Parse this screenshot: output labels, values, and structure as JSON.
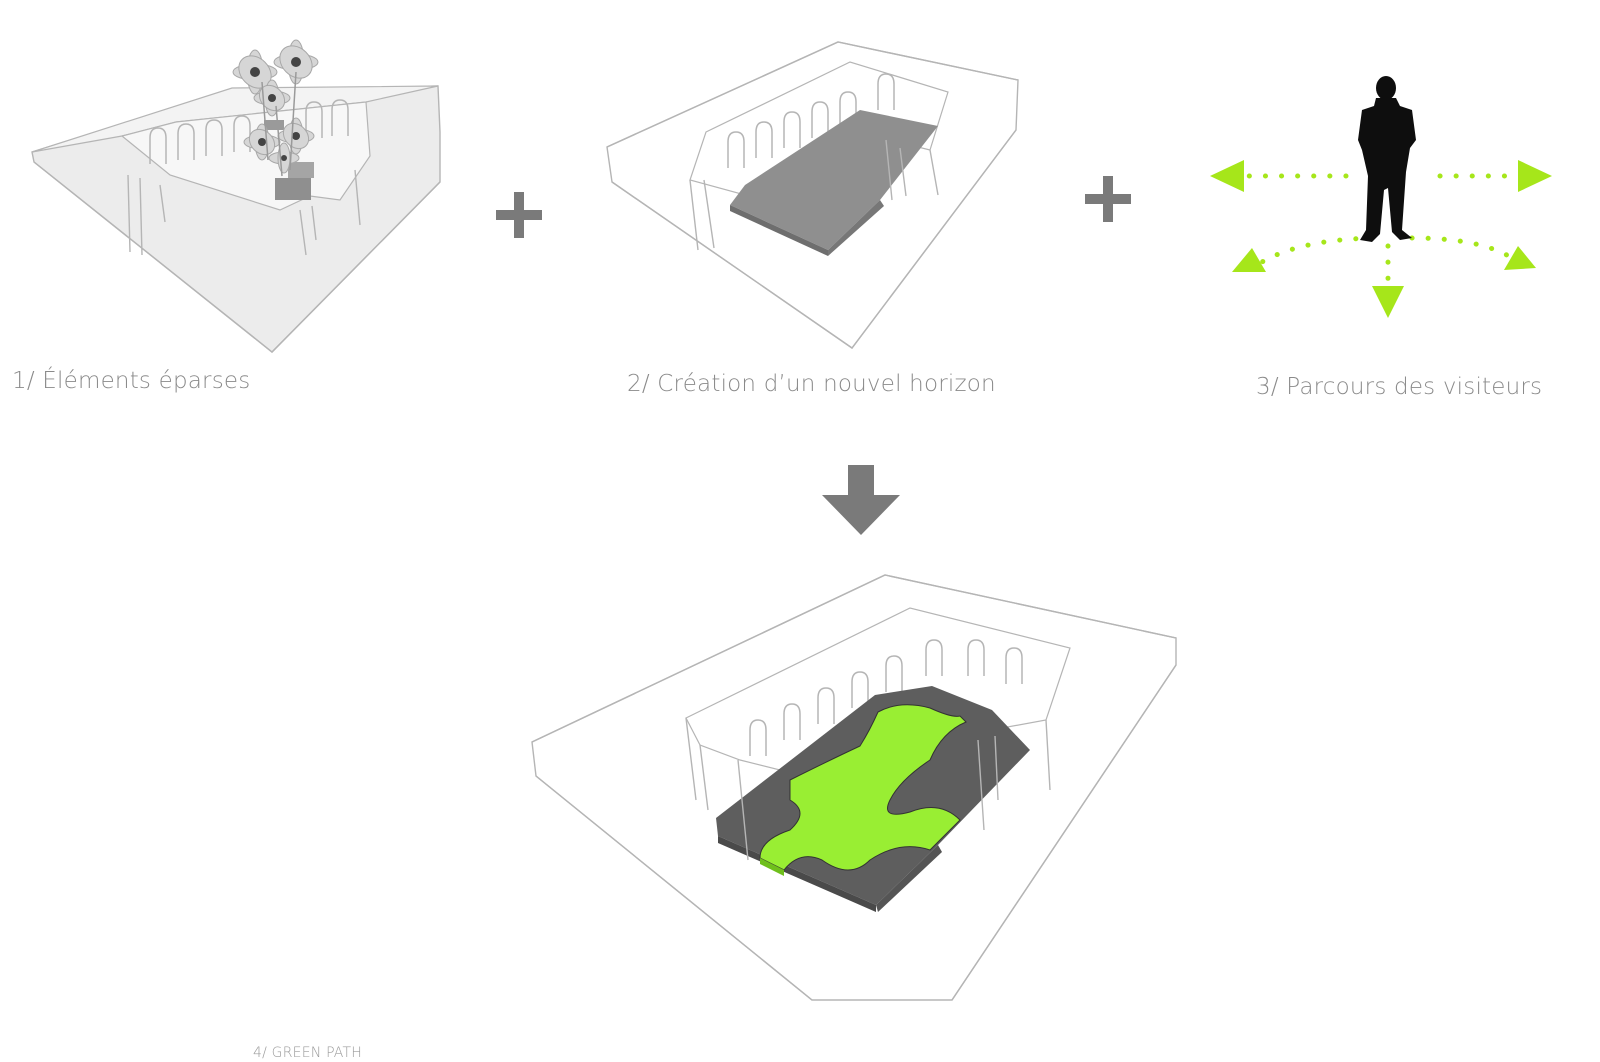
{
  "captions": {
    "step1": "1/ Éléments éparses",
    "step2": "2/ Création d’un nouvel horizon",
    "step3": "3/ Parcours des visiteurs",
    "step4": "4/ GREEN PATH"
  },
  "operators": {
    "plus_1": "+",
    "plus_2": "+"
  },
  "icons": {
    "plus": "plus-icon",
    "arrow": "arrow-down-icon",
    "person": "person-silhouette-icon",
    "direction": "direction-arrow-icon"
  },
  "colors": {
    "line": "#b8b8b8",
    "operator": "#7a7a7a",
    "platform": "#8c8c8c",
    "platform_dark": "#5a5a5a",
    "green": "#99ee33",
    "green_arrow": "#a6e61a",
    "caption": "#8a8a8a"
  }
}
